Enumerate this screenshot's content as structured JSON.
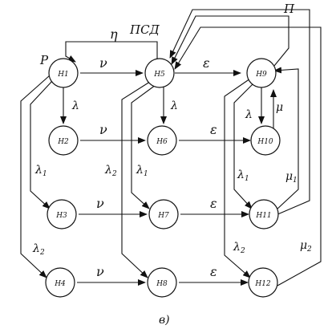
{
  "nodes": [
    {
      "id": "H1",
      "label": "H1"
    },
    {
      "id": "H2",
      "label": "H2"
    },
    {
      "id": "H3",
      "label": "H3"
    },
    {
      "id": "H4",
      "label": "H4"
    },
    {
      "id": "H5",
      "label": "H5"
    },
    {
      "id": "H6",
      "label": "H6"
    },
    {
      "id": "H7",
      "label": "H7"
    },
    {
      "id": "H8",
      "label": "H8"
    },
    {
      "id": "H9",
      "label": "H9"
    },
    {
      "id": "H10",
      "label": "H10"
    },
    {
      "id": "H11",
      "label": "H11"
    },
    {
      "id": "H12",
      "label": "H12"
    }
  ],
  "corner_labels": {
    "left": "Р",
    "middle": "ПСД",
    "right": "П"
  },
  "edge_labels": {
    "eta": "η",
    "nu": "ν",
    "epsilon": "ε",
    "lambda": "λ",
    "mu": "μ",
    "sub1": "1",
    "sub2": "2"
  },
  "caption": "в)"
}
